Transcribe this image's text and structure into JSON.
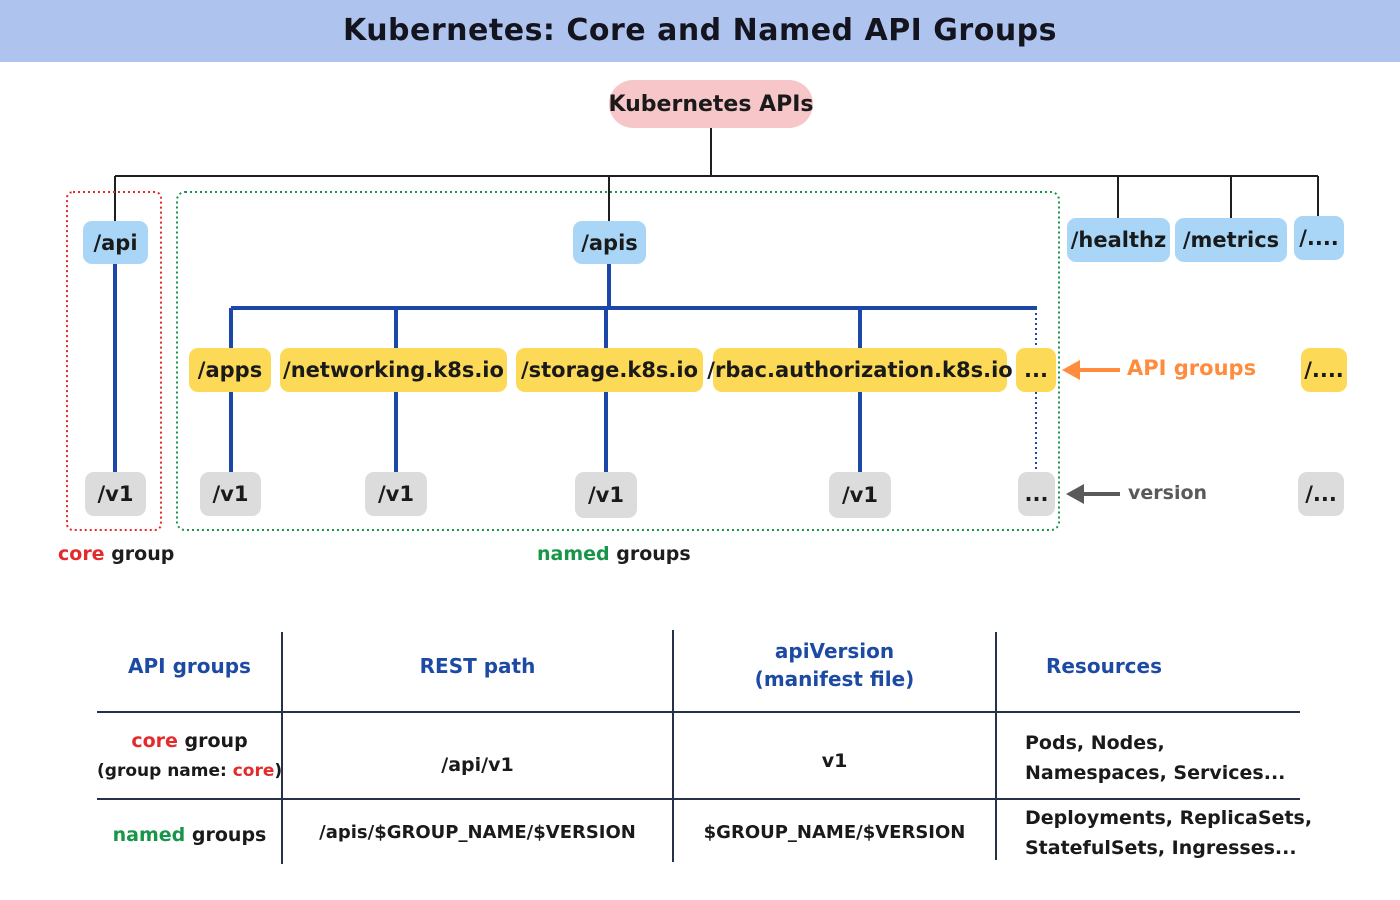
{
  "title": "Kubernetes: Core and Named API Groups",
  "root": "Kubernetes APIs",
  "nodes": {
    "api": "/api",
    "apis": "/apis",
    "healthz": "/healthz",
    "metrics": "/metrics",
    "other_top": "/....",
    "apps": "/apps",
    "networking": "/networking.k8s.io",
    "storage": "/storage.k8s.io",
    "rbac": "/rbac.authorization.k8s.io",
    "more_groups": "...",
    "other_group": "/....",
    "v1": "/v1",
    "more_versions": "...",
    "other_version": "/..."
  },
  "annotations": {
    "api_groups": "API groups",
    "version": "version"
  },
  "captions": {
    "core_word": "core",
    "core_suffix": " group",
    "named_word": "named",
    "named_suffix": " groups"
  },
  "colors": {
    "title_bar": "#aec3ee",
    "root": "#f7c6c9",
    "path": "#a9d6f7",
    "group": "#fcd957",
    "version": "#dcdcdc",
    "line": "#1a47a8",
    "core": "#e42a2a",
    "named": "#17964a",
    "api_groups_arrow": "#ff8c3c",
    "version_arrow": "#5a5a5a"
  },
  "table": {
    "headers": {
      "col1": "API groups",
      "col2": "REST path",
      "col3_line1": "apiVersion",
      "col3_line2": "(manifest file)",
      "col4": "Resources"
    },
    "core_row": {
      "group_word": "core",
      "group_suffix": " group",
      "name_prefix": "(group name: ",
      "name_value": "core",
      "name_suffix": ")",
      "rest_path": "/api/v1",
      "api_version": "v1",
      "resources_line1": "Pods, Nodes,",
      "resources_line2": "Namespaces, Services..."
    },
    "named_row": {
      "group_word": "named",
      "group_suffix": " groups",
      "rest_path": "/apis/$GROUP_NAME/$VERSION",
      "api_version": "$GROUP_NAME/$VERSION",
      "resources_line1": "Deployments, ReplicaSets,",
      "resources_line2": "StatefulSets, Ingresses..."
    }
  }
}
